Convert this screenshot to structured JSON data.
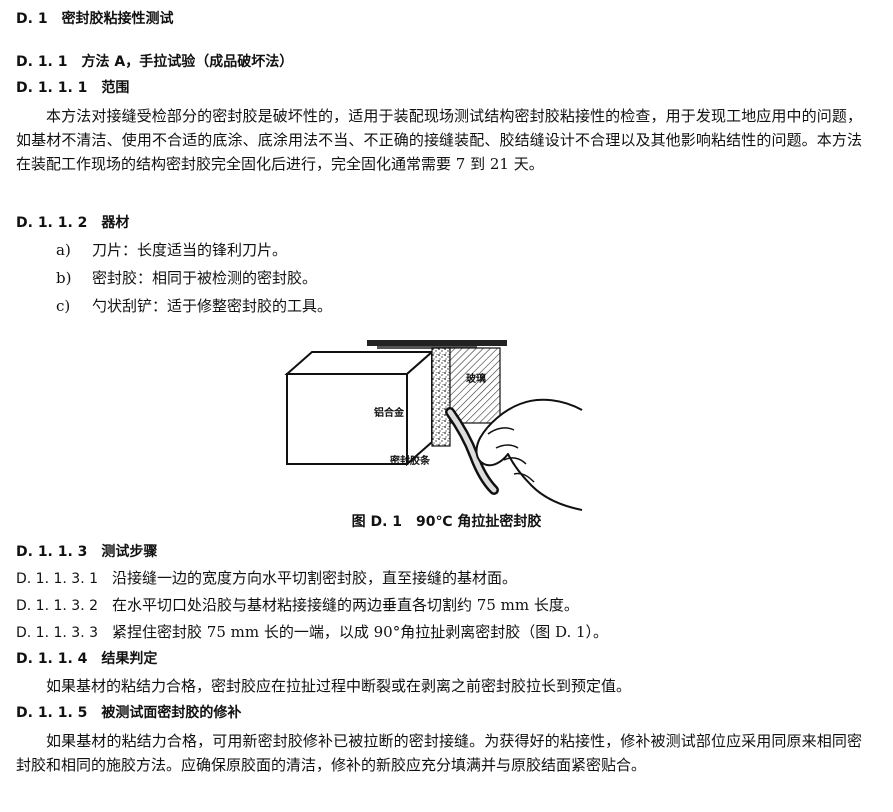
{
  "heading_d1": {
    "num": "D. 1",
    "title": "密封胶粘接性测试"
  },
  "heading_d11": {
    "num": "D. 1. 1",
    "title": "方法 A，手拉试验（成品破坏法）"
  },
  "heading_d111": {
    "num": "D. 1. 1. 1",
    "title": "范围"
  },
  "scope_paragraph": "本方法对接缝受检部分的密封胶是破坏性的，适用于装配现场测试结构密封胶粘接性的检查，用于发现工地应用中的问题，如基材不清洁、使用不合适的底涂、底涂用法不当、不正确的接缝装配、胶结缝设计不合理以及其他影响粘结性的问题。本方法在装配工作现场的结构密封胶完全固化后进行，完全固化通常需要 7 到 21 天。",
  "heading_d112": {
    "num": "D. 1. 1. 2",
    "title": "器材"
  },
  "equipment": [
    {
      "mark": "a)",
      "text": "刀片：长度适当的锋利刀片。"
    },
    {
      "mark": "b)",
      "text": "密封胶：相同于被检测的密封胶。"
    },
    {
      "mark": "c)",
      "text": "勺状刮铲：适于修整密封胶的工具。"
    }
  ],
  "figure": {
    "labels": {
      "glass": "玻璃",
      "aluminum": "铝合金",
      "sealant_strip": "密封胶条"
    },
    "caption": "图 D. 1　90℃ 角拉扯密封胶"
  },
  "heading_d113": {
    "num": "D. 1. 1. 3",
    "title": "测试步骤"
  },
  "steps": [
    {
      "num": "D. 1. 1. 3. 1",
      "text": "沿接缝一边的宽度方向水平切割密封胶，直至接缝的基材面。"
    },
    {
      "num": "D. 1. 1. 3. 2",
      "text": "在水平切口处沿胶与基材粘接接缝的两边垂直各切割约 75 mm 长度。"
    },
    {
      "num": "D. 1. 1. 3. 3",
      "text": "紧捏住密封胶 75 mm 长的一端，以成 90°角拉扯剥离密封胶（图 D. 1）。"
    }
  ],
  "heading_d114": {
    "num": "D. 1. 1. 4",
    "title": "结果判定"
  },
  "result_paragraph": "如果基材的粘结力合格，密封胶应在拉扯过程中断裂或在剥离之前密封胶拉长到预定值。",
  "heading_d115": {
    "num": "D. 1. 1. 5",
    "title": "被测试面密封胶的修补"
  },
  "repair_paragraph": "如果基材的粘结力合格，可用新密封胶修补已被拉断的密封接缝。为获得好的粘接性，修补被测试部位应采用同原来相同密封胶和相同的施胶方法。应确保原胶面的清洁，修补的新胶应充分填满并与原胶结面紧密贴合。"
}
